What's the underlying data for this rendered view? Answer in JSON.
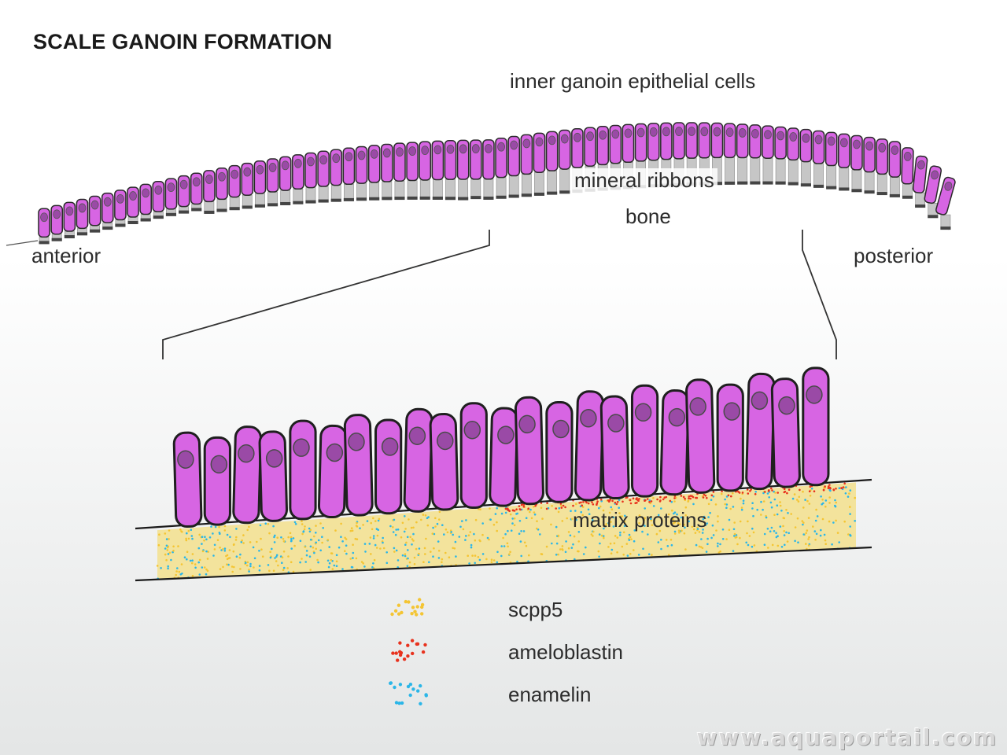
{
  "title": "SCALE GANOIN FORMATION",
  "labels": {
    "inner_cells": "inner ganoin epithelial cells",
    "mineral_ribbons": "mineral ribbons",
    "bone": "bone",
    "anterior": "anterior",
    "posterior": "posterior",
    "matrix_proteins": "matrix proteins"
  },
  "legend": [
    {
      "name": "scpp5",
      "color": "#f4c533"
    },
    {
      "name": "ameloblastin",
      "color": "#e8321e"
    },
    {
      "name": "enamelin",
      "color": "#2bb6e8"
    }
  ],
  "colors": {
    "cell": "#d765e3",
    "nucleus": "#9a4aa6",
    "matrix": "#f3e39c"
  },
  "watermark": "www.aquaportail.com"
}
